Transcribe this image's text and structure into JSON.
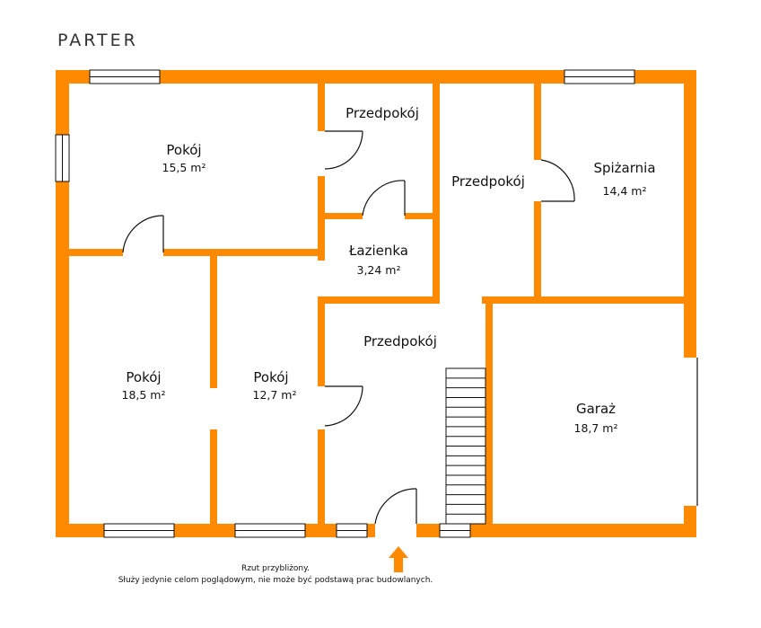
{
  "title": "PARTER",
  "colors": {
    "wall": "#ff8a00",
    "line": "#111111",
    "background": "#ffffff"
  },
  "rooms": [
    {
      "name": "Pokój",
      "area": "15,5 m²"
    },
    {
      "name": "Przedpokój",
      "area": ""
    },
    {
      "name": "Przedpokój",
      "area": ""
    },
    {
      "name": "Spiżarnia",
      "area": "14,4 m²"
    },
    {
      "name": "Łazienka",
      "area": "3,24 m²"
    },
    {
      "name": "Przedpokój",
      "area": ""
    },
    {
      "name": "Pokój",
      "area": "18,5 m²"
    },
    {
      "name": "Pokój",
      "area": "12,7 m²"
    },
    {
      "name": "Garaż",
      "area": "18,7 m²"
    }
  ],
  "entrance_marker": "arrow-up-icon",
  "note": {
    "line1": "Rzut przybliżony.",
    "line2": "Służy jedynie celom poglądowym, nie może być podstawą prac budowlanych."
  }
}
